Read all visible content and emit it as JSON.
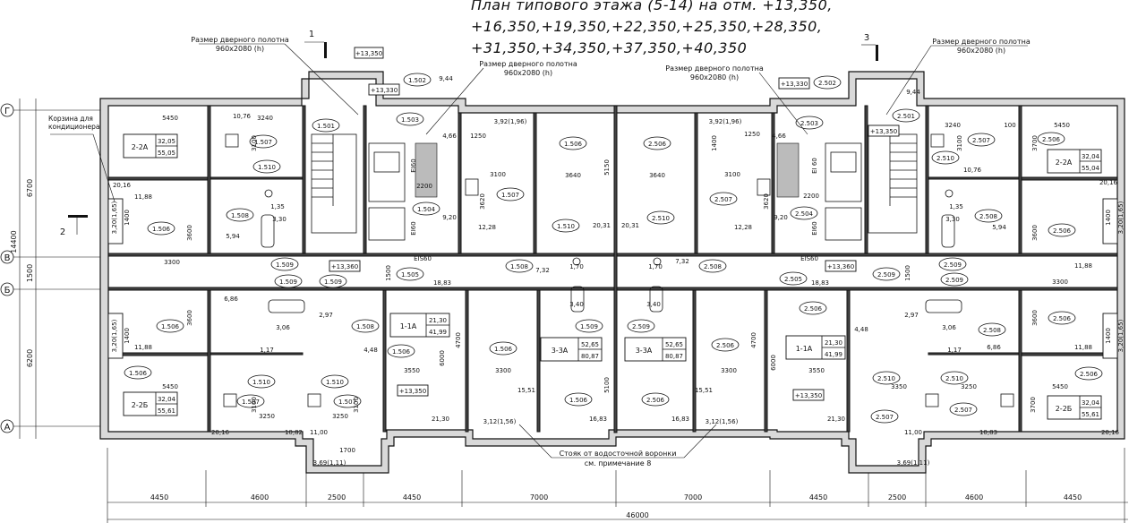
{
  "title": {
    "line1": "План типового этажа (5-14) на отм. +13,350,",
    "line2": "+16,350,+19,350,+22,350,+25,350,+28,350,",
    "line3": "+31,350,+34,350,+37,350,+40,350"
  },
  "axes_rows": [
    "Г",
    "В",
    "Б",
    "А"
  ],
  "left_dims": [
    "6700",
    "14400",
    "1500",
    "6200"
  ],
  "bottom_dims": [
    "4450",
    "4600",
    "2500",
    "4450",
    "7000",
    "7000",
    "4450",
    "2500",
    "4600",
    "4450"
  ],
  "overall_dim": "46000",
  "notes": {
    "door_size_label": "Размер дверного полотна",
    "door_size_value": "960x2080 (h)",
    "ac_basket": "Корзина для кондиционера",
    "riser": "Стояк от водосточной воронки",
    "riser_note": "см. примечание 8"
  },
  "section_marks": [
    "1",
    "2",
    "3"
  ],
  "apartments": [
    {
      "type": "2-2А",
      "a": "32,05",
      "b": "55,05"
    },
    {
      "type": "2-2А",
      "a": "32,04",
      "b": "55,04"
    },
    {
      "type": "2-2Б",
      "a": "32,04",
      "b": "55,61"
    },
    {
      "type": "2-2Б",
      "a": "32,04",
      "b": "55,61"
    },
    {
      "type": "1-1А",
      "a": "21,30",
      "b": "41,99"
    },
    {
      "type": "1-1А",
      "a": "21,30",
      "b": "41,99"
    },
    {
      "type": "3-3А",
      "a": "52,65",
      "b": "80,87"
    },
    {
      "type": "3-3А",
      "a": "52,65",
      "b": "80,87"
    }
  ],
  "elevations": [
    "+13,350",
    "+13,330",
    "+13,360",
    "+13,330",
    "+13,350",
    "+13,360",
    "+13,350",
    "+13,350"
  ],
  "room_tags": [
    "1.501",
    "1.502",
    "1.503",
    "1.504",
    "1.505",
    "1.506",
    "1.507",
    "1.508",
    "1.509",
    "1.510",
    "2.501",
    "2.502",
    "2.503",
    "2.504",
    "2.505",
    "2.506",
    "2.507",
    "2.508",
    "2.509",
    "2.510"
  ],
  "labels": {
    "r_5450a": "5450",
    "r_3240a": "3240",
    "r_1076": "10,76",
    "r_3100": "3100",
    "r_2016": "20,16",
    "r_1188": "11,88",
    "r_3600": "3600",
    "r_3300": "3300",
    "r_594": "5,94",
    "r_135": "1,35",
    "r_330": "3,30",
    "r_1400": "1400",
    "r_3201": "3,20(1,65)",
    "r_944": "9,44",
    "r_466": "4,66",
    "r_1250": "1250",
    "r_392": "3,92(1,96)",
    "r_3640": "3640",
    "r_5150": "5150",
    "r_3620": "3620",
    "r_1228": "12,28",
    "r_920": "9,20",
    "r_2200": "2200",
    "r_ei60": "EI60",
    "r_ei60b": "EI 60",
    "r_2031": "20,31",
    "r_170": "1,70",
    "r_732": "7,32",
    "r_1883": "18,83",
    "r_1500": "1500",
    "r_eis60": "EIS60",
    "r_686": "6,86",
    "r_297": "2,97",
    "r_306": "3,06",
    "r_117": "1,17",
    "r_448": "4,48",
    "r_4700": "4700",
    "r_6000": "6000",
    "r_3550": "3550",
    "r_340": "3,40",
    "r_1551": "15,51",
    "r_5100": "5100",
    "r_1683": "16,83",
    "r_312": "3,12(1,56)",
    "r_2130": "21,30",
    "r_3250": "3250",
    "r_1082": "10,82",
    "r_1100": "11,00",
    "r_1700": "1700",
    "r_369": "3,69(1,11)",
    "r_1083": "10,83",
    "r_3350": "3350",
    "r_100": "100",
    "r_3700": "3700",
    "r_1500b": "1500"
  }
}
